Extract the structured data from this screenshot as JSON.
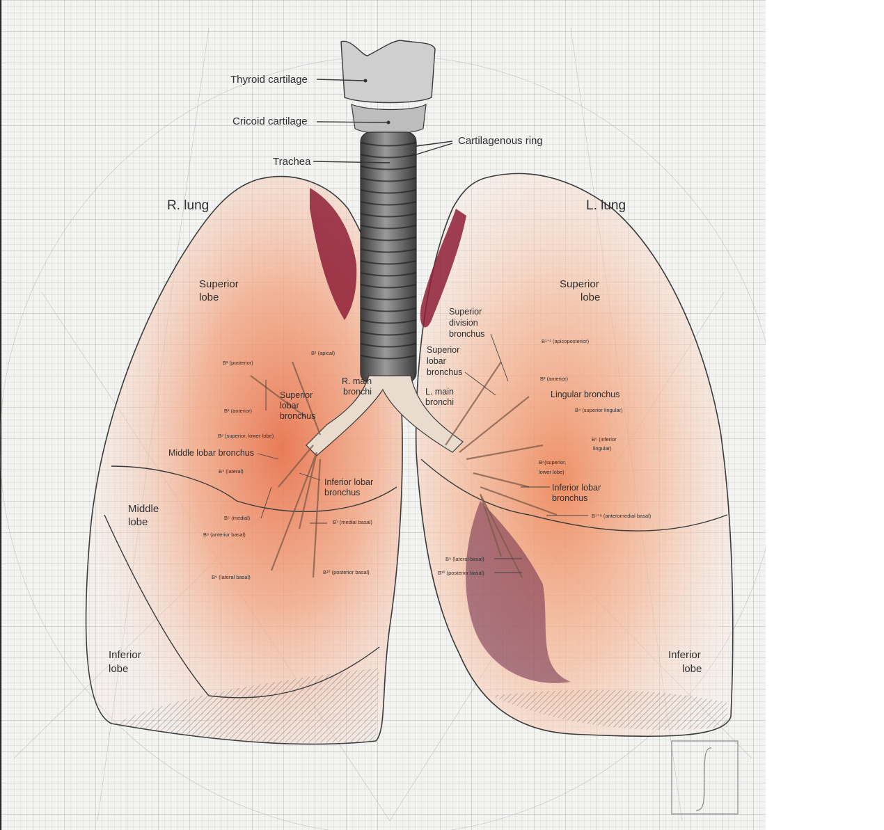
{
  "labels": {
    "thyroid_cartilage": "Thyroid cartilage",
    "cricoid_cartilage": "Cricoid cartilage",
    "cartilagenous_ring": "Cartilagenous ring",
    "trachea": "Trachea",
    "r_lung": "R. lung",
    "l_lung": "L. lung",
    "r_superior_lobe": [
      "Superior",
      "lobe"
    ],
    "l_superior_lobe": [
      "Superior",
      "lobe"
    ],
    "r_middle_lobe": [
      "Middle",
      "lobe"
    ],
    "r_inferior_lobe": [
      "Inferior",
      "lobe"
    ],
    "l_inferior_lobe": [
      "Inferior",
      "lobe"
    ],
    "r_main_bronchi": [
      "R. main",
      "bronchi"
    ],
    "l_main_bronchi": [
      "L. main",
      "bronchi"
    ],
    "r_superior_lobar_bronchus": [
      "Superior",
      "lobar",
      "bronchus"
    ],
    "l_superior_lobar_bronchus": [
      "Superior",
      "lobar",
      "bronchus"
    ],
    "superior_division_bronchus": [
      "Superior",
      "division",
      "bronchus"
    ],
    "lingular_bronchus": "Lingular bronchus",
    "middle_lobar_bronchus": "Middle lobar bronchus",
    "r_inferior_lobar_bronchus": [
      "Inferior lobar",
      "bronchus"
    ],
    "l_inferior_lobar_bronchus": [
      "Inferior lobar",
      "bronchus"
    ]
  },
  "segments_right": {
    "apical": "B¹ (apical)",
    "posterior": "B² (posterior)",
    "anterior": "B³ (anterior)",
    "superior_lower": "B⁶ (superior, lower lobe)",
    "lateral": "B⁴ (lateral)",
    "medial": "B⁵ (medial)",
    "medial_basal": "B⁷ (medial basal)",
    "anterior_basal": "B⁸ (anterior basal)",
    "lateral_basal": "B⁹ (lateral basal)",
    "posterior_basal": "B¹⁰ (posterior basal)"
  },
  "segments_left": {
    "apicoposterior": "B¹⁺² (apicoposterior)",
    "anterior": "B³ (anterior)",
    "superior_lingular": "B⁴ (superior lingular)",
    "inferior_lingular": [
      "B⁵ (inferior",
      "lingular)"
    ],
    "superior_lower": [
      "B⁶(superior,",
      "lower lobe)"
    ],
    "anteromedial_basal": "B⁷⁺⁸ (anteromedial basal)",
    "lateral_basal": "B⁹ (lateral basal)",
    "posterior_basal": "B¹⁰ (posterior basal)"
  },
  "colors": {
    "lung_tint": "#f2a582",
    "lung_core": "#e8754f",
    "apex_dark": "#8e1f36",
    "trachea": "#6b6b6b",
    "outline": "#3a3a3a"
  }
}
